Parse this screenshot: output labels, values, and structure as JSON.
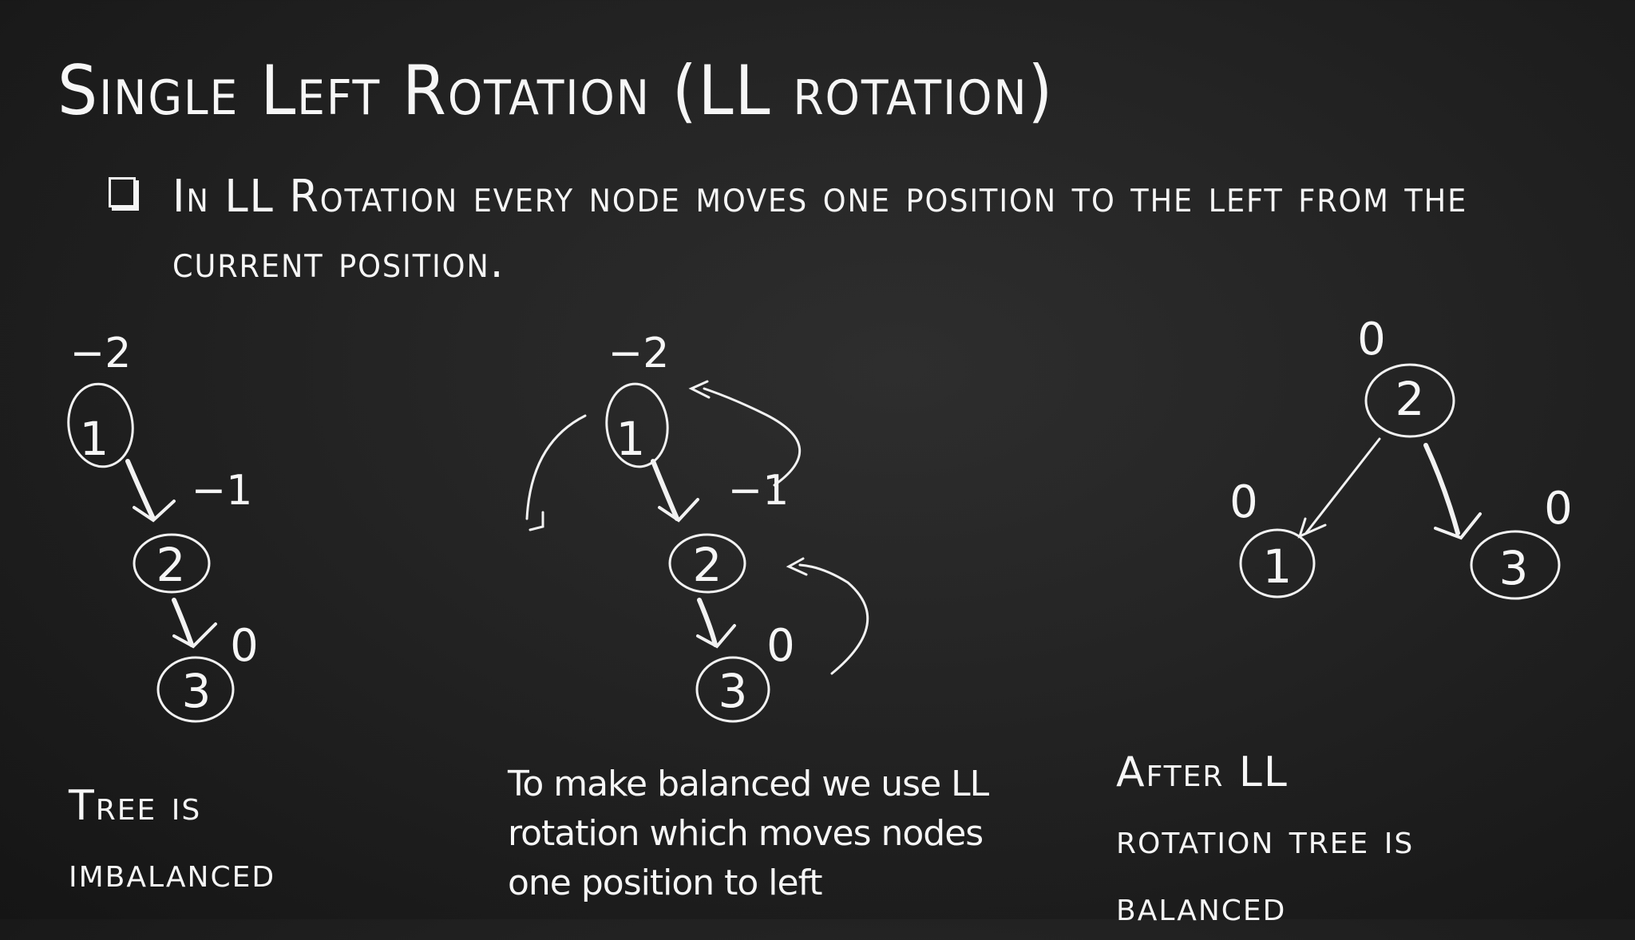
{
  "slide": {
    "title": "Single Left Rotation (LL rotation)",
    "bullet": {
      "icon": "hollow-square-bullet",
      "text": "In LL Rotation every node moves one position to the left from the current position."
    }
  },
  "diagrams": {
    "before": {
      "nodes": [
        {
          "value": "1",
          "balance_factor": "−2"
        },
        {
          "value": "2",
          "balance_factor": "−1"
        },
        {
          "value": "3",
          "balance_factor": "0"
        }
      ],
      "caption_lines": [
        "Tree is",
        "imbalanced"
      ]
    },
    "rotation": {
      "nodes": [
        {
          "value": "1",
          "balance_factor": "−2"
        },
        {
          "value": "2",
          "balance_factor": "−1"
        },
        {
          "value": "3",
          "balance_factor": "0"
        }
      ],
      "caption_lines": [
        "To make balanced we use LL",
        "rotation which moves nodes",
        "one position to left"
      ]
    },
    "after": {
      "nodes": [
        {
          "value": "2",
          "balance_factor": "0"
        },
        {
          "value": "1",
          "balance_factor": "0"
        },
        {
          "value": "3",
          "balance_factor": "0"
        }
      ],
      "caption_lines": [
        "After LL",
        "rotation tree is",
        "balanced"
      ]
    }
  },
  "colors": {
    "background": "#232323",
    "chalk": "#f6f6f6"
  }
}
